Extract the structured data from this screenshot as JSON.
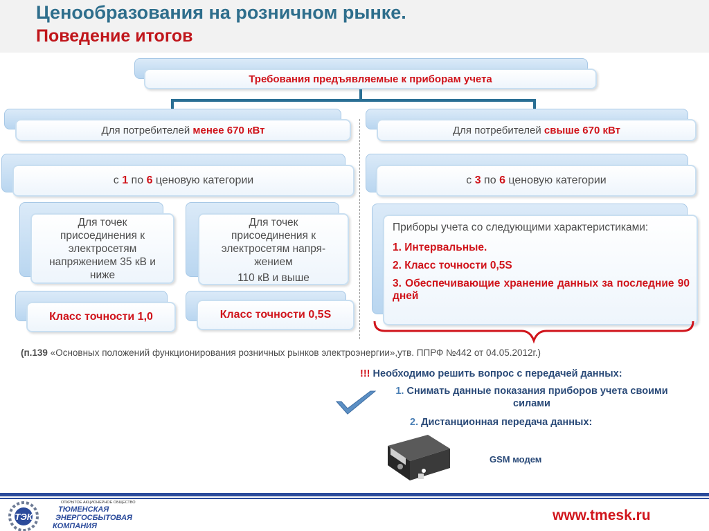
{
  "title": {
    "line1": "Ценообразования на розничном рынке.",
    "line2": "Поведение итогов"
  },
  "top_box": "Требования предъявляемые к приборам учета",
  "left_branch": {
    "consumers": {
      "prefix": "Для потребителей ",
      "highlight": "менее 670 кВт"
    },
    "categories": {
      "p1": "с ",
      "n1": "1",
      "p2": " по ",
      "n2": "6",
      "p3": " ценовую категории"
    },
    "sub_left": {
      "text": "Для точек присоединения к электросетям напряжением 35 кВ и ниже",
      "class_label": "Класс точности 1,0"
    },
    "sub_right": {
      "text": "Для точек присоединения к электросетям напря-жением",
      "text2": "110 кВ и выше",
      "class_label": "Класс точности 0,5S"
    }
  },
  "right_branch": {
    "consumers": {
      "prefix": "Для потребителей ",
      "highlight": "свыше 670 кВт"
    },
    "categories": {
      "p1": "с ",
      "n1": "3",
      "p2": " по ",
      "n2": "6",
      "p3": " ценовую категории"
    },
    "devices_intro": "Приборы учета со следующими характеристиками:",
    "items": [
      "1. Интервальные.",
      "2. Класс точности 0,5S",
      "3. Обеспечивающие хранение данных за последние 90 дней"
    ]
  },
  "reference": {
    "bold": "(п.139",
    "text": " «Основных положений функционирования розничных рынков электроэнергии»,утв. ППРФ №442 от 04.05.2012г.)"
  },
  "notice": {
    "marks": "!!!",
    "text": " Необходимо решить вопрос с передачей данных:",
    "item1_num": "1.",
    "item1": " Снимать данные показания приборов учета своими силами",
    "item2_num": "2.",
    "item2": " Дистанционная передача данных:"
  },
  "modem_label": "GSM модем",
  "footer": {
    "company_small": "ОТКРЫТОЕ АКЦИОНЕРНОЕ ОБЩЕСТВО",
    "company_line1": "ТЮМЕНСКАЯ",
    "company_line2": "ЭНЕРГОСБЫТОВАЯ",
    "company_line3": "КОМПАНИЯ",
    "logo_text": "ТЭК",
    "website": "www.tmesk.ru"
  },
  "colors": {
    "title_blue": "#2e6e8c",
    "accent_red": "#d0141b",
    "connector_blue": "#2a6f94",
    "footer_blue": "#2b4b9b"
  }
}
